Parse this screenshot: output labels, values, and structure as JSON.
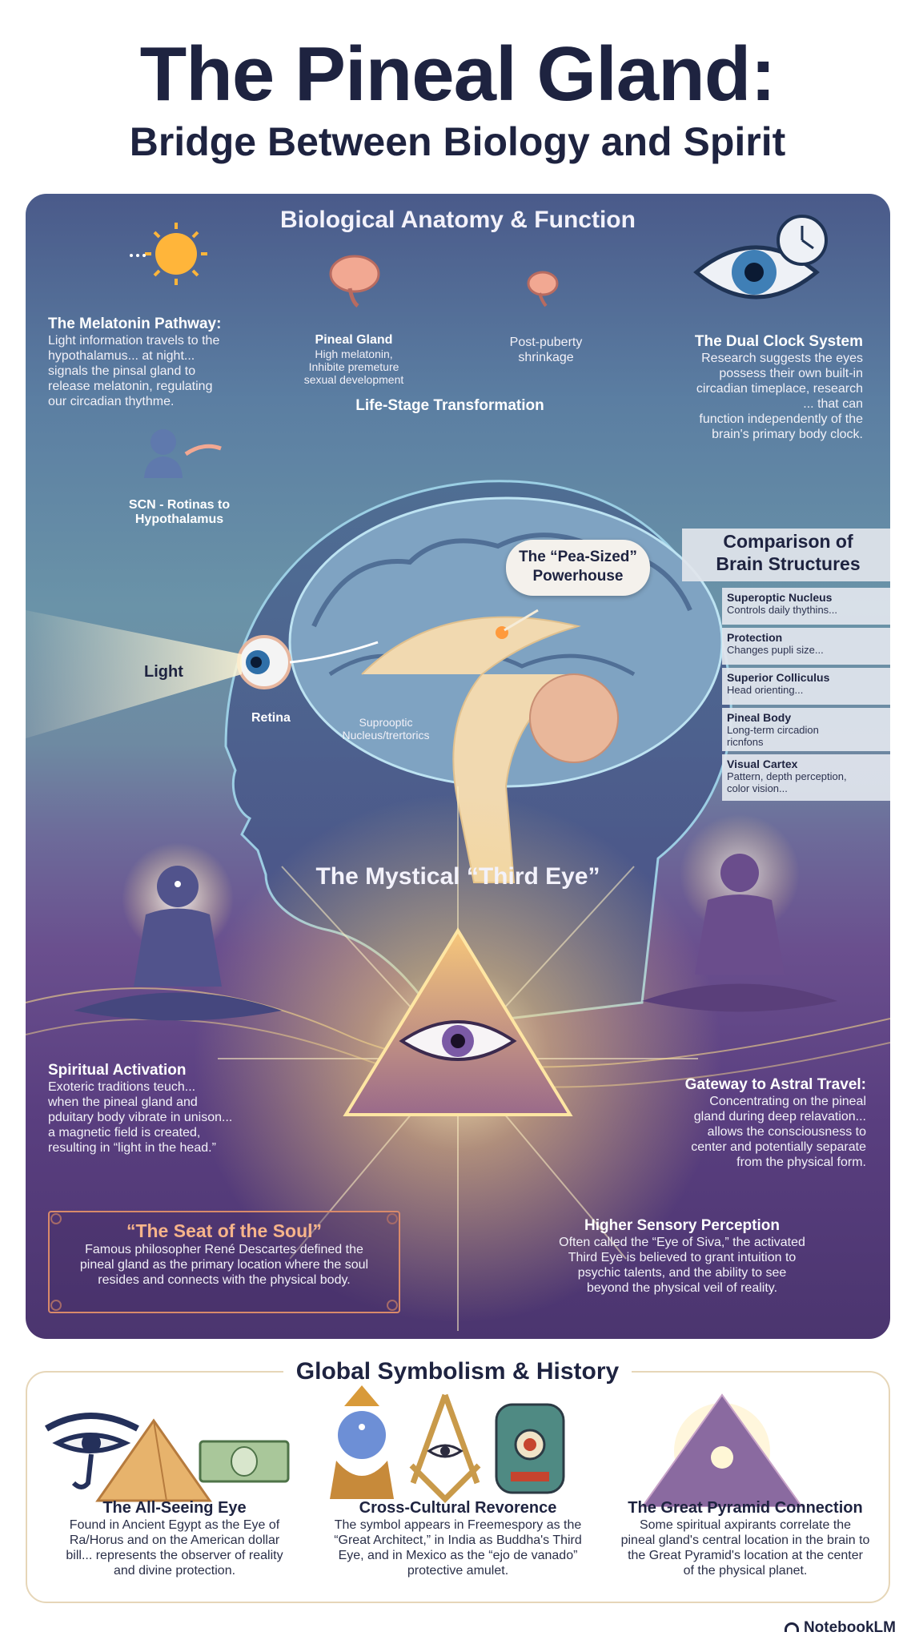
{
  "header": {
    "title": "The Pineal Gland:",
    "subtitle": "Bridge Between Biology and Spirit"
  },
  "biology": {
    "section_title": "Biological Anatomy & Function",
    "melatonin": {
      "title": "The Melatonin Pathway:",
      "text": [
        "Light information travels to the",
        "hypothalamus... at night...",
        "signals the pinsal gland to",
        "release melatonin, regulating",
        "our circadian thythme."
      ]
    },
    "pineal_label": {
      "title": "Pineal Gland",
      "text": [
        "High melatonin,",
        "Inhibite premeture",
        "sexual development"
      ]
    },
    "post_puberty": [
      "Post-puberty",
      "shrinkage"
    ],
    "life_stage": "Life-Stage Transformation",
    "dual_clock": {
      "title": "The Dual Clock System",
      "text": [
        "Research suggests the eyes",
        "possess their own built-in",
        "circadian timeplace, research",
        "... that can",
        "function independently of the",
        "brain's primary body clock."
      ]
    },
    "scn_label": [
      "SCN - Rotinas to",
      "Hypothalamus"
    ],
    "pea_sized": [
      "The “Pea-Sized”",
      "Powerhouse"
    ],
    "light_label": "Light",
    "retina_label": "Retina",
    "suprooptic_label": [
      "Suprooptic",
      "Nucleus/trertorics"
    ]
  },
  "comparison": {
    "title": [
      "Comparison of",
      "Brain Structures"
    ],
    "rows": [
      {
        "name": "Superoptic Nucleus",
        "desc": [
          "Controls daily thythins..."
        ]
      },
      {
        "name": "Protection",
        "desc": [
          "Changes pupli size..."
        ]
      },
      {
        "name": "Superior Colliculus",
        "desc": [
          "Head orienting..."
        ]
      },
      {
        "name": "Pineal Body",
        "desc": [
          "Long-term circadion",
          "ricnfons"
        ]
      },
      {
        "name": "Visual Cartex",
        "desc": [
          "Pattern, depth perception,",
          "color vision..."
        ]
      }
    ]
  },
  "mystical": {
    "section_title": "The Mystical “Third Eye”",
    "spiritual": {
      "title": "Spiritual Activation",
      "text": [
        "Exoteric traditions teuch...",
        "when the pineal gland and",
        "pduitary body vibrate in unison...",
        "a magnetic field is created,",
        "resulting in “light in the head.”"
      ]
    },
    "astral": {
      "title": "Gateway to Astral Travel:",
      "text": [
        "Concentrating on the pineal",
        "gland during deep relavation...",
        "allows the consciousness to",
        "center and potentially separate",
        "from the physical form."
      ]
    },
    "soul": {
      "title": "“The Seat of the Soul”",
      "text": [
        "Famous philosopher René Descartes defined the",
        "pineal gland as the primary location where the soul",
        "resides and connects with the physical body."
      ]
    },
    "sensory": {
      "title": "Higher Sensory Perception",
      "text": [
        "Often called the “Eye of Siva,” the activated",
        "Third Eye is believed to grant intuition to",
        "psychic talents, and the ability to see",
        "beyond the physical veil of reality."
      ]
    }
  },
  "global": {
    "section_title": "Global Symbolism & History",
    "items": [
      {
        "title": "The All-Seeing Eye",
        "text": [
          "Found in Ancient Egypt as the Eye of",
          "Ra/Horus and on the American dollar",
          "bill... represents the observer of reality",
          "and divine protection."
        ]
      },
      {
        "title": "Cross-Cultural Revorence",
        "text": [
          "The symbol appears in Freemespory as the",
          "“Great Architect,” in India as Buddha's Third",
          "Eye, and in Mexico as the “ejo de vanado”",
          "protective amulet."
        ]
      },
      {
        "title": "The Great Pyramid Connection",
        "text": [
          "Some spiritual axpirants correlate the",
          "pineal gland's central location in the brain to",
          "the Great Pyramid's location at the center",
          "of the physical planet."
        ]
      }
    ]
  },
  "footer": {
    "brand": "NotebookLM"
  },
  "colors": {
    "title": "#1e2340",
    "accent_orange": "#f7b48a",
    "panel_top": "#4a5a8a",
    "panel_bottom": "#4b356f"
  }
}
